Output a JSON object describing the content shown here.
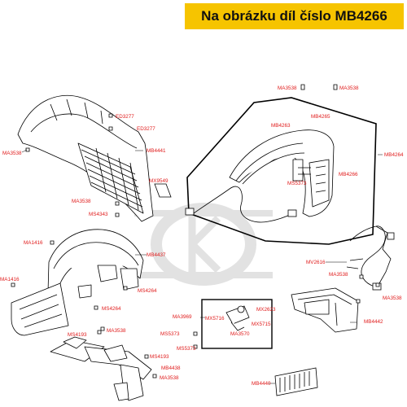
{
  "banner": {
    "text": "Na obrázku díl číslo MB4266",
    "background": "#f6c400",
    "text_color": "#111111"
  },
  "colors": {
    "label": "#e01b1b",
    "line": "#000000",
    "watermark": "#e2e2e2"
  },
  "watermark_logo": "KYMCO-style logo watermark",
  "parts": {
    "ED3277_a": "ED3277",
    "ED3277_b": "ED3277",
    "MA3538_left": "MA3538",
    "MB4441": "MB4441",
    "MX9549": "MX9549",
    "MA3538_mid": "MA3538",
    "MS4343": "MS4343",
    "MA1416_a": "MA1416",
    "MA1416_b": "MA1416",
    "MB4437": "MB4437",
    "MS4264_a": "MS4264",
    "MS4264_b": "MS4264",
    "MS4193_a": "MS4193",
    "MS4193_b": "MS4193",
    "MA3538_low": "MA3538",
    "MB4438": "MB4438",
    "MA3538_bottom": "MA3538",
    "MA3538_top_left": "MA3538",
    "MA3538_top_right": "MA3538",
    "MB4263": "MB4263",
    "MB4265": "MB4265",
    "MB4264": "MB4264",
    "MB4266": "MB4266",
    "MS5373_box": "MS5373",
    "MV2616": "MV2616",
    "MA3538_right_a": "MA3538",
    "MA3538_right_b": "MA3538",
    "MB4442": "MB4442",
    "MA3969": "MA3969",
    "MX5716": "MX5716",
    "MX2623": "MX2623",
    "MX5715": "MX5715",
    "MA3570": "MA3570",
    "MS5373_a": "MS5373",
    "MS5373_b": "MS5373",
    "MB4440": "MB4440"
  }
}
